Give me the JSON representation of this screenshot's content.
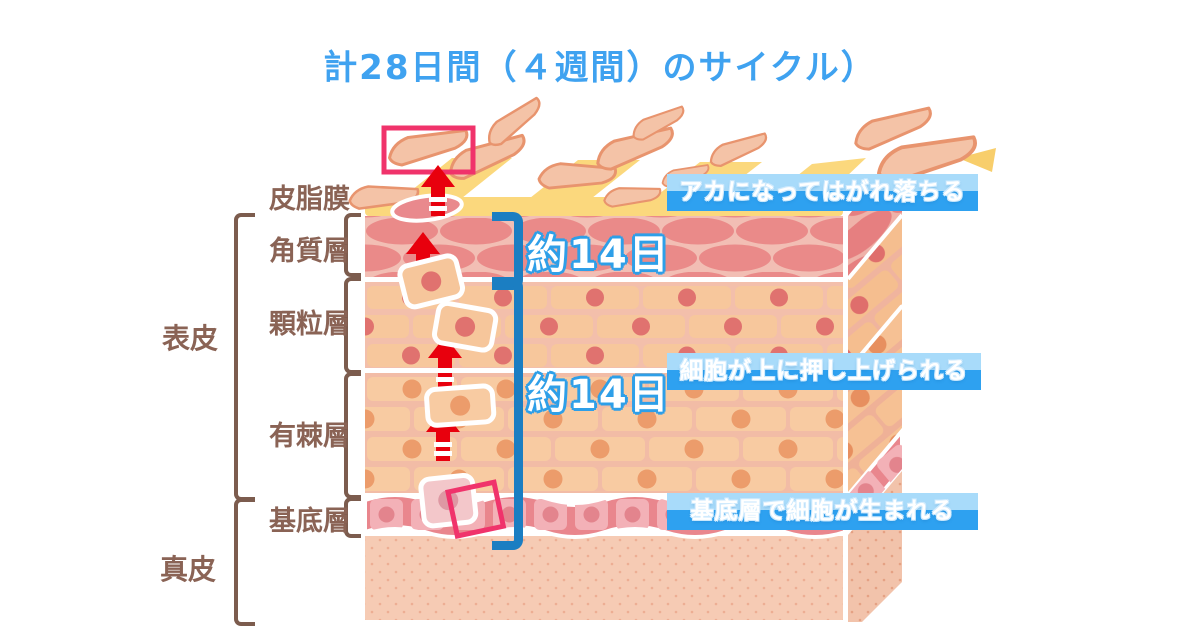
{
  "title": {
    "text": "計28日間（４週間）のサイクル）"
  },
  "diagram": {
    "layers": [
      {
        "id": "sebum-film",
        "label": "皮脂膜"
      },
      {
        "id": "stratum-corneum",
        "label": "角質層"
      },
      {
        "id": "granular-layer",
        "label": "顆粒層"
      },
      {
        "id": "spinous-layer",
        "label": "有棘層"
      },
      {
        "id": "basal-layer",
        "label": "基底層"
      }
    ],
    "regions": [
      {
        "id": "epidermis",
        "label": "表皮"
      },
      {
        "id": "dermis",
        "label": "真皮"
      }
    ],
    "annotations": [
      {
        "id": "flake-off",
        "label": "アカになってはがれ落ちる"
      },
      {
        "id": "pushed-up",
        "label": "細胞が上に押し上げられる"
      },
      {
        "id": "cells-born",
        "label": "基底層で細胞が生まれる"
      }
    ],
    "durations": [
      {
        "label": "約14日"
      },
      {
        "label": "約14日"
      }
    ]
  },
  "colors": {
    "title_blue": "#3FA2F0",
    "annotation_gradient_top": "#A8DBFA",
    "annotation_gradient_bottom": "#2EA1F0",
    "bracket_blue": "#1B7EC2",
    "bracket_brown": "#7C5C4E",
    "label_brown": "#8A6355",
    "arrow_red": "#E8000D",
    "highlight_pink": "#F0336B",
    "sebum_yellow": "#FBD87D"
  }
}
